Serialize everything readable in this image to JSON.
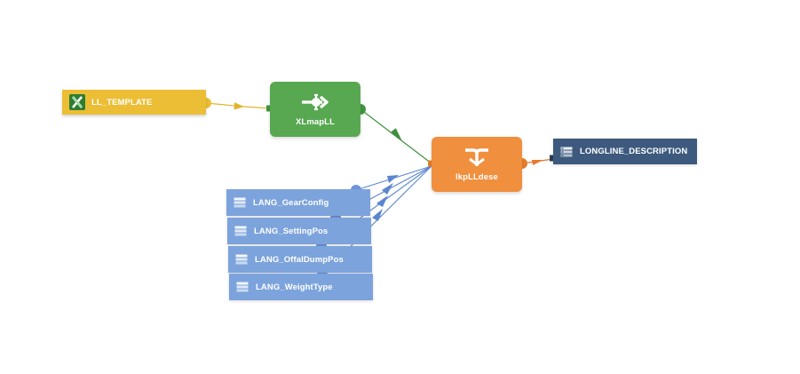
{
  "colors": {
    "excel": "#ebbe35",
    "map": "#58a852",
    "lookup": "#f08f3d",
    "target": "#3d5a7e",
    "lang": "#7ca3dc",
    "edge_excel": "#e2b42c",
    "edge_map": "#3f8f3c",
    "edge_lookup": "#e8782c",
    "edge_lang": "#5b86cf",
    "port_green": "#3f9440",
    "port_orange": "#e57d2a",
    "port_blue": "#6d95d8"
  },
  "nodes": {
    "template": {
      "label": "LL_TEMPLATE",
      "icon": "excel-icon"
    },
    "xlmap": {
      "label": "XLmapLL",
      "icon": "map-transform-icon"
    },
    "lkp": {
      "label": "lkpLLdese",
      "icon": "lookup-transform-icon"
    },
    "longline": {
      "label": "LONGLINE_DESCRIPTION",
      "icon": "table-icon"
    },
    "lang": [
      {
        "label": "LANG_GearConfig",
        "icon": "table-icon"
      },
      {
        "label": "LANG_SettingPos",
        "icon": "table-icon"
      },
      {
        "label": "LANG_OffalDumpPos",
        "icon": "table-icon"
      },
      {
        "label": "LANG_WeightType",
        "icon": "table-icon"
      }
    ]
  }
}
